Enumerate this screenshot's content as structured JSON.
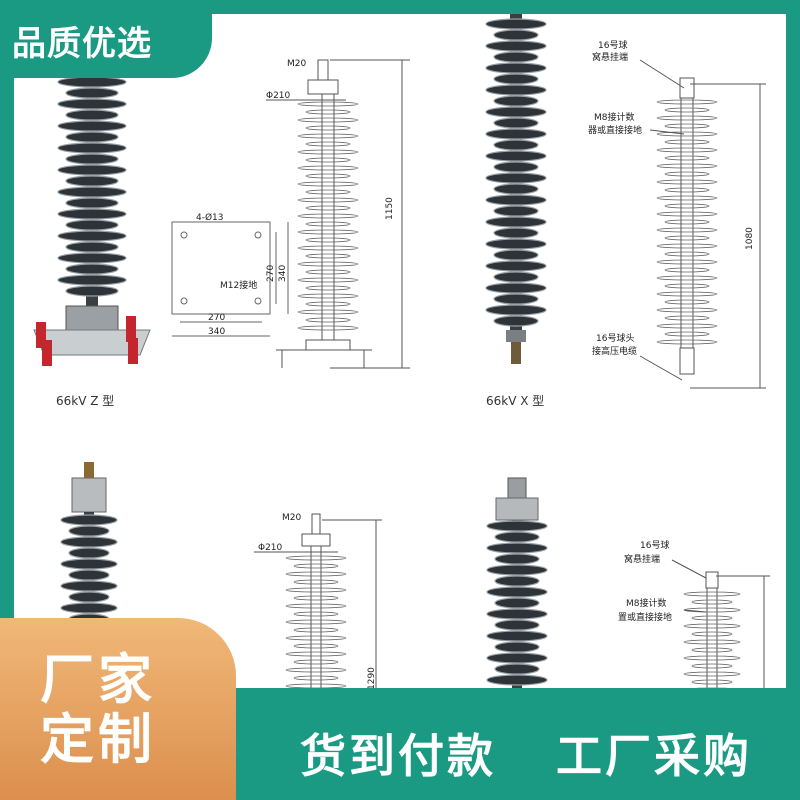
{
  "badge": {
    "text": "品质优选"
  },
  "corner": {
    "line1": "厂家",
    "line2": "定制"
  },
  "banner": {
    "left": "货到付款",
    "right": "工厂采购"
  },
  "captions": {
    "z": "66kV Z 型",
    "x": "66kV X 型"
  },
  "drawing1": {
    "m20": "M20",
    "phi": "Φ210",
    "height": "1150"
  },
  "plate": {
    "holes": "4-Ø13",
    "ground": "M12接地",
    "w1": "270",
    "w2": "340",
    "h1": "270",
    "h2": "340"
  },
  "drawing2": {
    "ball_top_1": "16号球",
    "ball_top_2": "窝悬挂端",
    "m8_1": "M8接计数",
    "m8_2": "器或直接接地",
    "height": "1080",
    "ball_bot_1": "16号球头",
    "ball_bot_2": "接高压电缆"
  },
  "drawing3": {
    "m20": "M20",
    "phi": "Φ210",
    "height": "1290"
  },
  "drawing4": {
    "ball_top_1": "16号球",
    "ball_top_2": "窝悬挂端",
    "m8_1": "M8接计数",
    "m8_2": "置或直接接地"
  },
  "colors": {
    "teal": "#1a9a83",
    "orange": "#e49a5a",
    "shed_dark": "#2e3338",
    "shed_light": "#9aa3a8"
  }
}
